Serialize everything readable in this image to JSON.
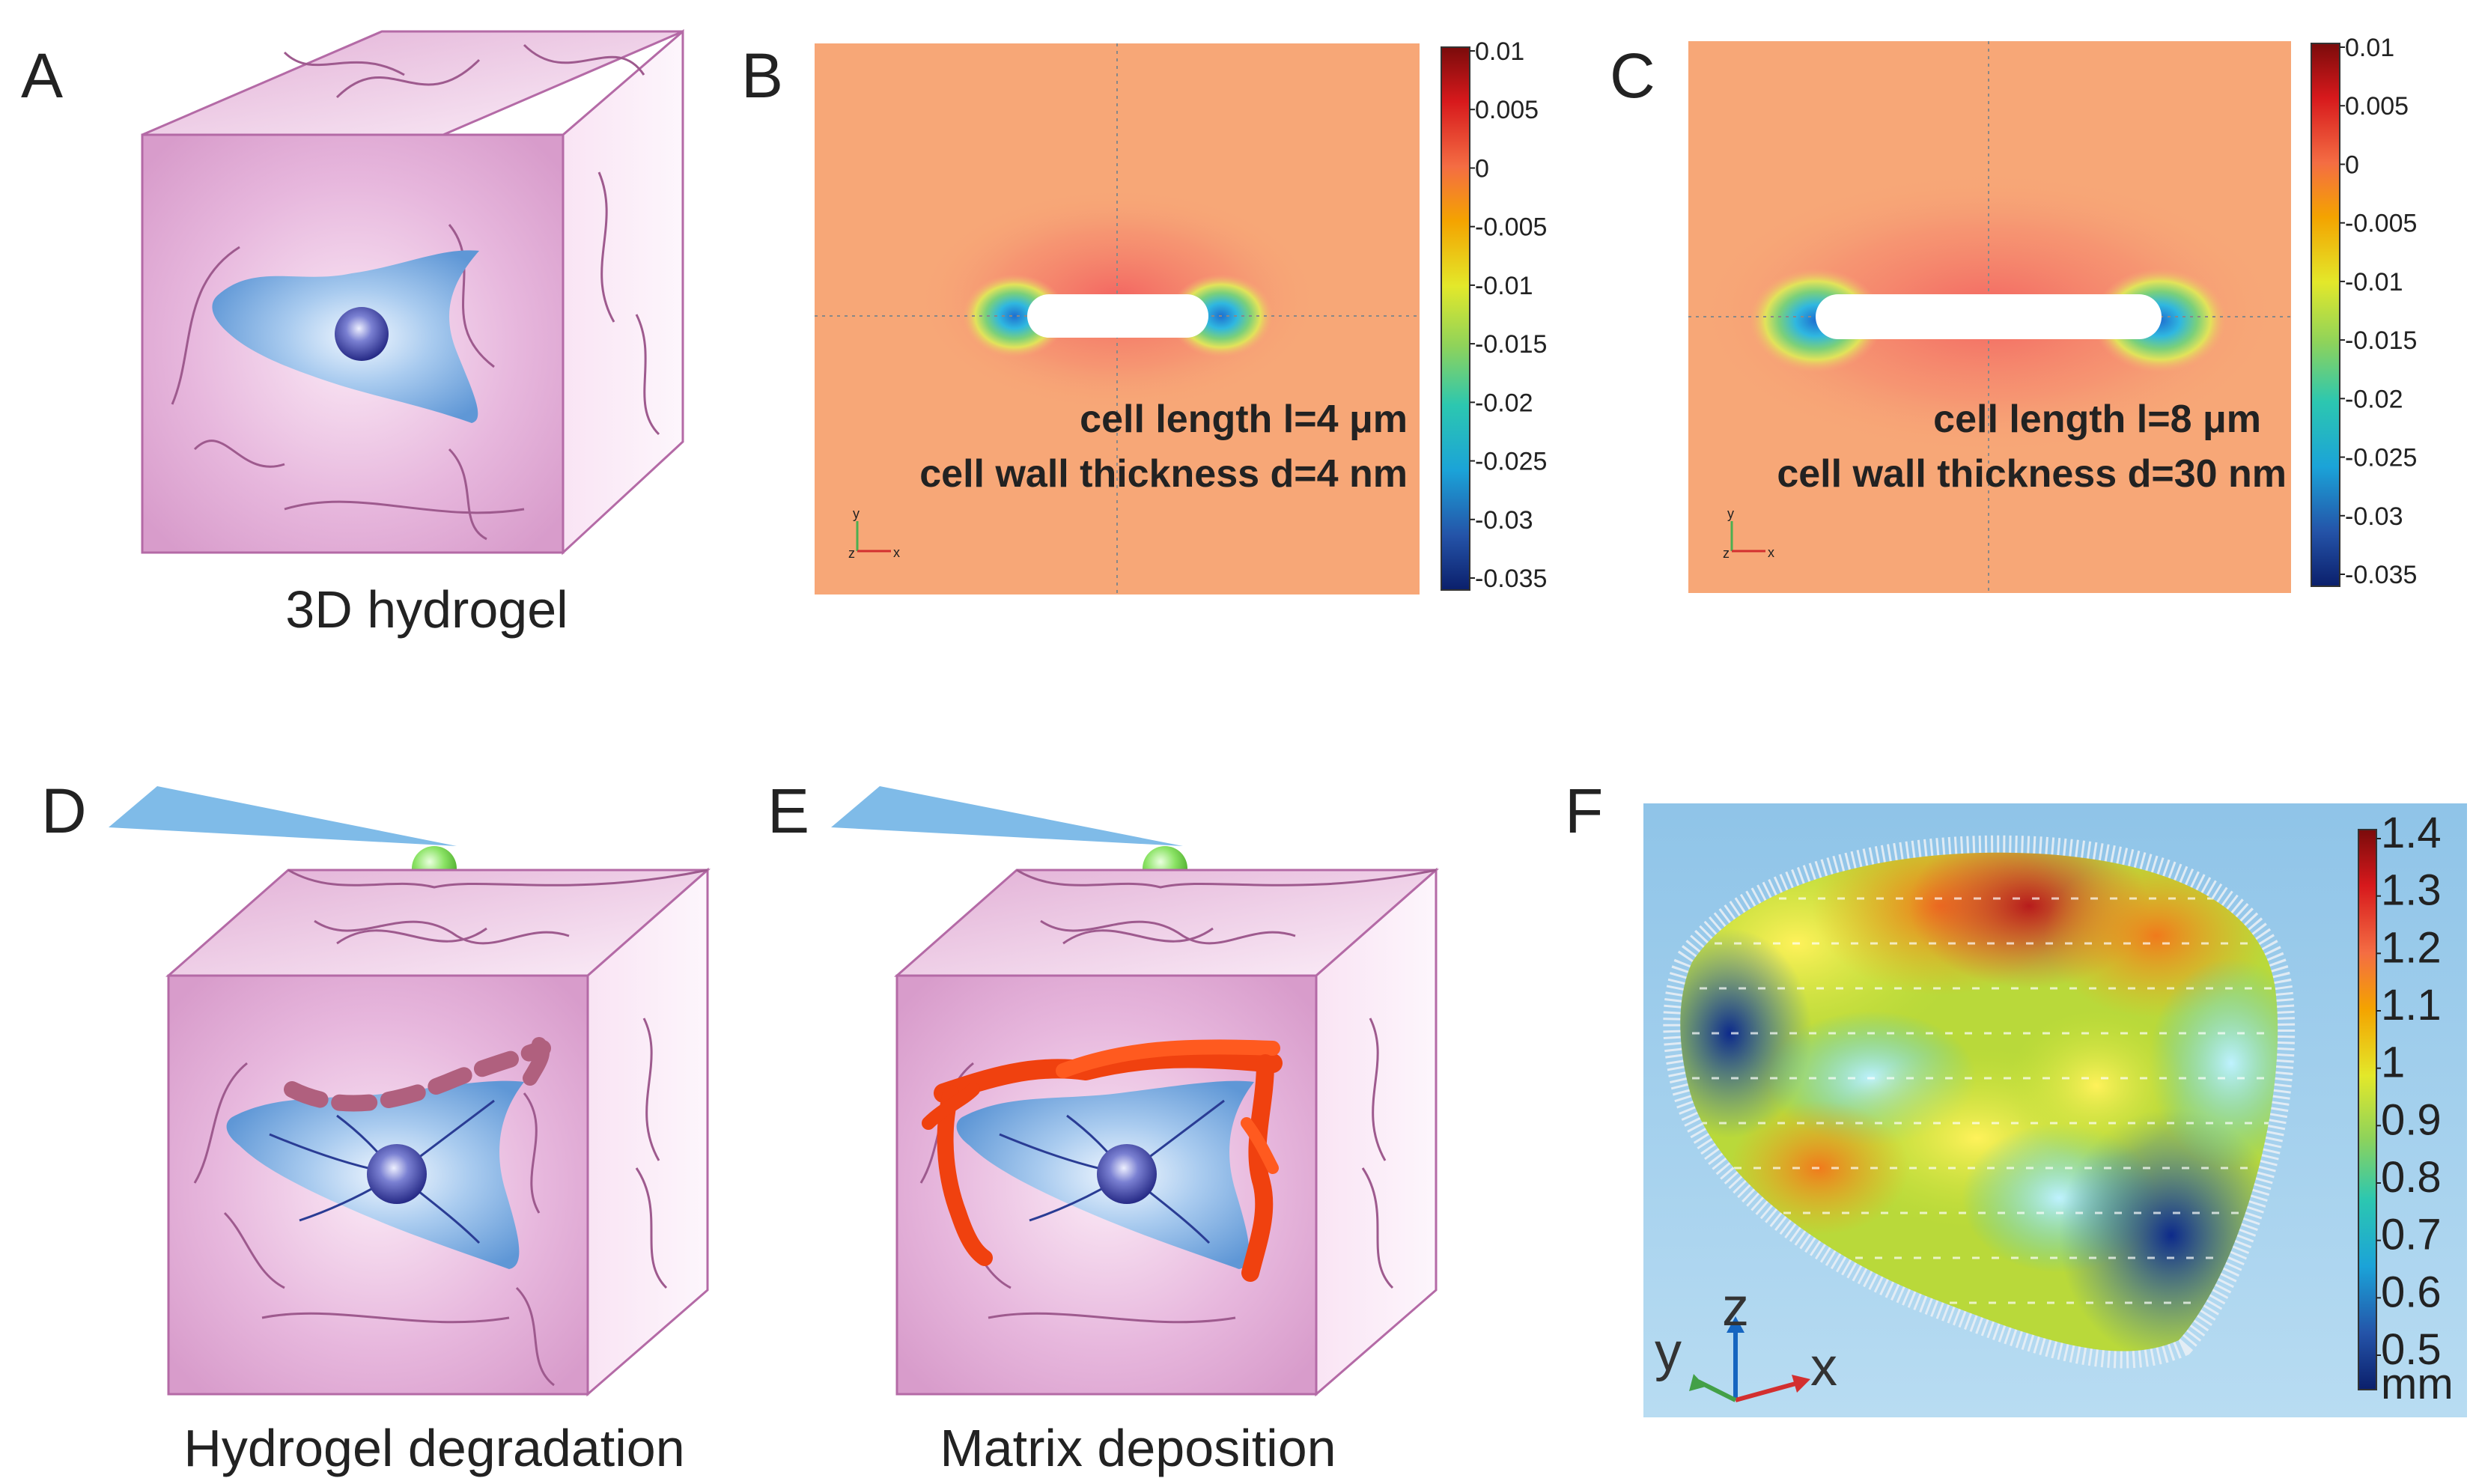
{
  "panels": {
    "a": {
      "letter": "A",
      "caption": "3D hydrogel"
    },
    "b": {
      "letter": "B",
      "line1": "cell length l=4 μm",
      "line2": "cell wall thickness d=4 nm",
      "ticks": [
        "0.01",
        "0.005",
        "0",
        "-0.005",
        "-0.01",
        "-0.015",
        "-0.02",
        "-0.025",
        "-0.03",
        "-0.035"
      ],
      "axis_y": "y",
      "axis_z": "z",
      "axis_x": "x"
    },
    "c": {
      "letter": "C",
      "line1": "cell length l=8 μm",
      "line2": "cell wall thickness d=30 nm",
      "ticks": [
        "0.01",
        "0.005",
        "0",
        "-0.005",
        "-0.01",
        "-0.015",
        "-0.02",
        "-0.025",
        "-0.03",
        "-0.035"
      ],
      "axis_y": "y",
      "axis_z": "z",
      "axis_x": "x"
    },
    "d": {
      "letter": "D",
      "caption": "Hydrogel degradation"
    },
    "e": {
      "letter": "E",
      "caption": "Matrix deposition"
    },
    "f": {
      "letter": "F",
      "ticks": [
        "1.4",
        "1.3",
        "1.2",
        "1.1",
        "1",
        "0.9",
        "0.8",
        "0.7",
        "0.6",
        "0.5"
      ],
      "unit": "mm",
      "axis_x": "x",
      "axis_y": "y",
      "axis_z": "z"
    }
  },
  "colors": {
    "hydrogel": "#dfa8d3",
    "cell": "#6fa3dc",
    "nucleus": "#3b3f9e",
    "sim_background": "#f7a777",
    "bead": "#7ed957",
    "cantilever": "#7fbbe8",
    "deposition": "#f0410f",
    "degradation": "#b0607e"
  }
}
